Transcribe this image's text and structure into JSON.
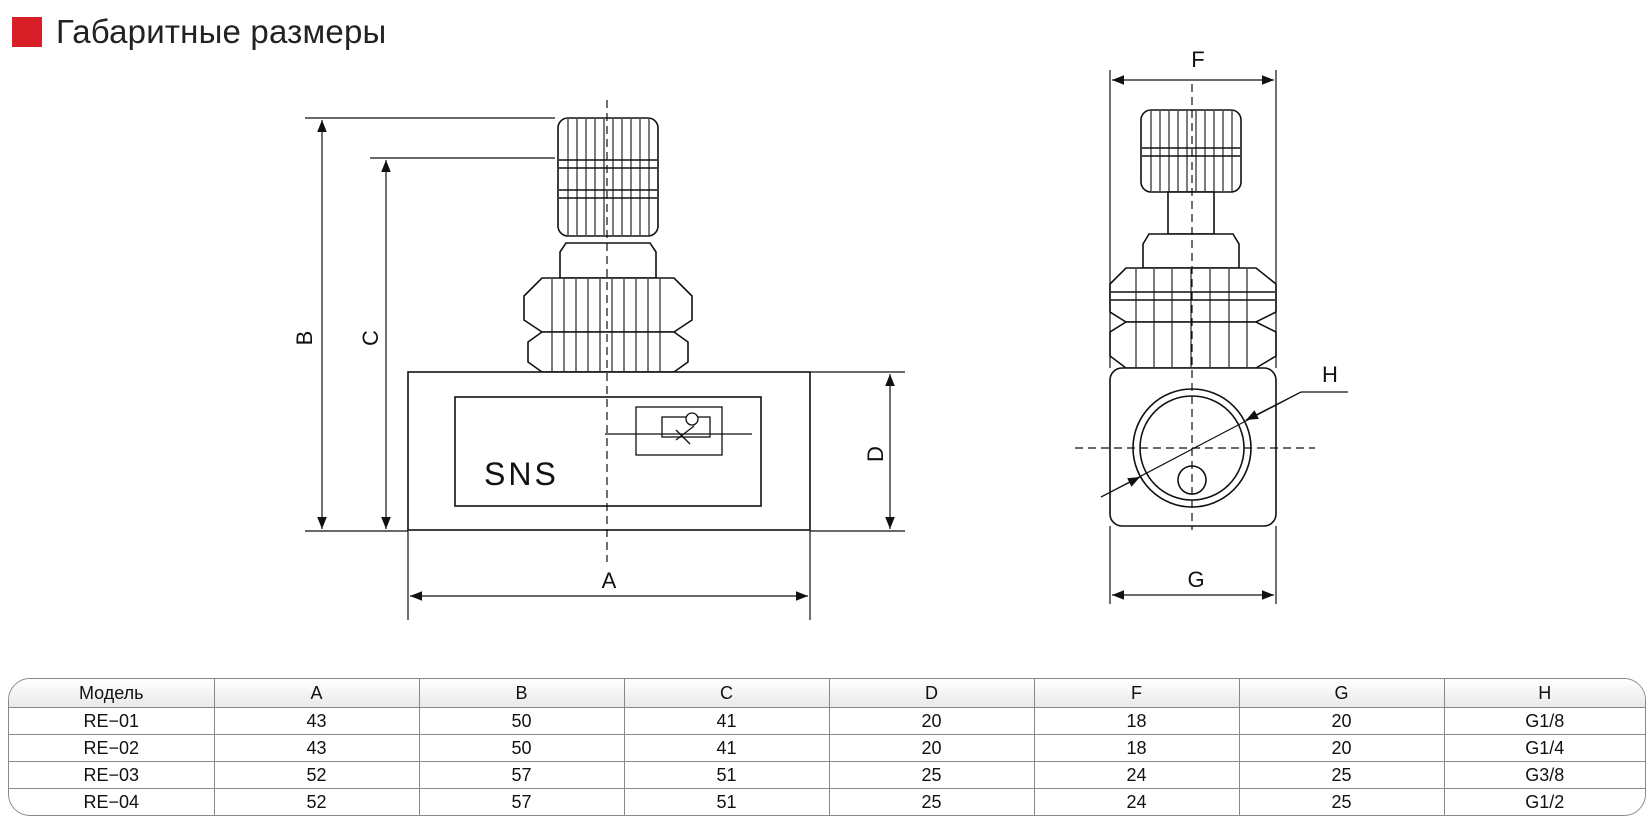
{
  "header": {
    "title": "Габаритные размеры",
    "accent_color": "#d81e26"
  },
  "drawing": {
    "labels": {
      "A": "A",
      "B": "B",
      "C": "C",
      "D": "D",
      "F": "F",
      "G": "G",
      "H": "H"
    },
    "body_mark": "SNS"
  },
  "table": {
    "columns": [
      "Модель",
      "A",
      "B",
      "C",
      "D",
      "F",
      "G",
      "H"
    ],
    "rows": [
      [
        "RE−01",
        "43",
        "50",
        "41",
        "20",
        "18",
        "20",
        "G1/8"
      ],
      [
        "RE−02",
        "43",
        "50",
        "41",
        "20",
        "18",
        "20",
        "G1/4"
      ],
      [
        "RE−03",
        "52",
        "57",
        "51",
        "25",
        "24",
        "25",
        "G3/8"
      ],
      [
        "RE−04",
        "52",
        "57",
        "51",
        "25",
        "24",
        "25",
        "G1/2"
      ]
    ]
  }
}
